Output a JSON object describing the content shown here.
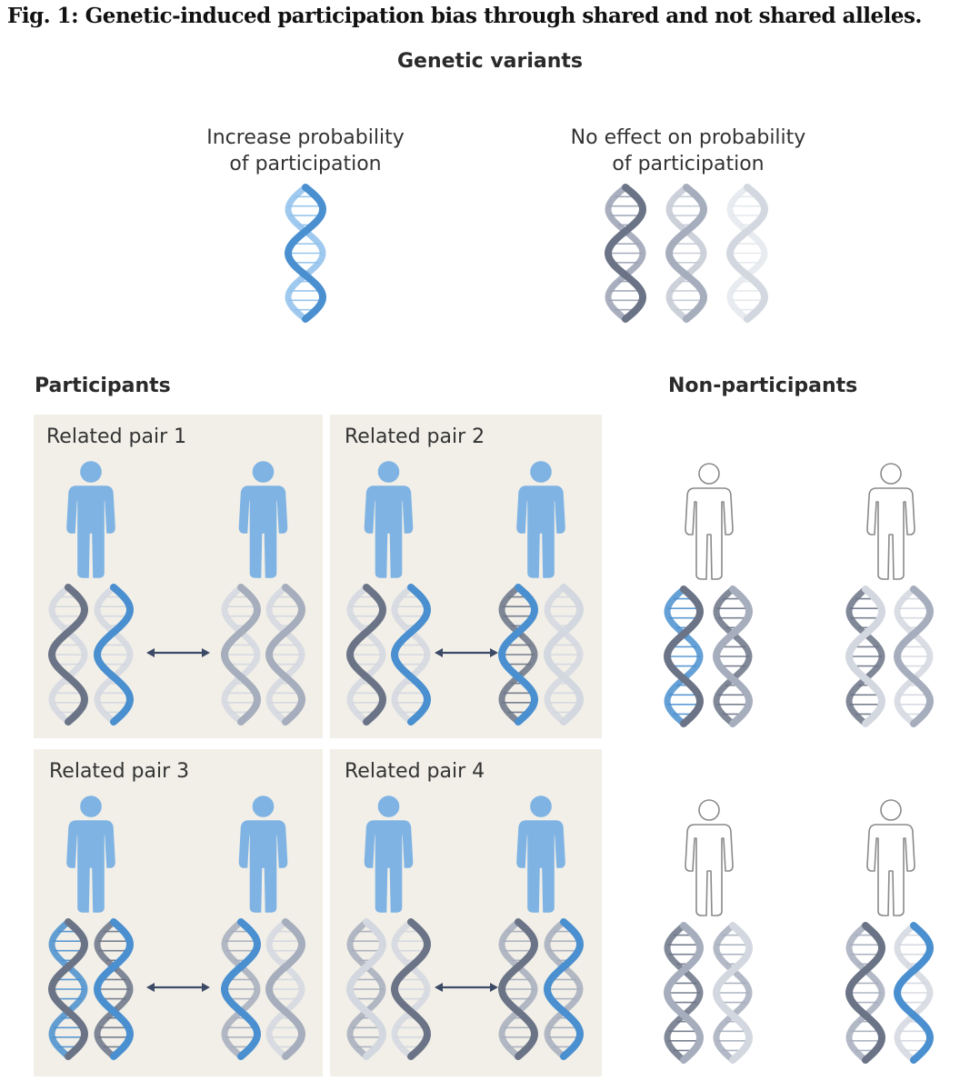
{
  "figure": {
    "title": "Fig. 1: Genetic-induced participation bias through shared and not shared alleles.",
    "heading": "Genetic variants"
  },
  "variants": {
    "increase_label": "Increase probability of participation",
    "increase_line1": "Increase probability",
    "increase_line2": "of participation",
    "noeffect_label": "No effect on probability of participation",
    "noeffect_line1": "No effect on probability",
    "noeffect_line2": "of participation",
    "noeffect_dna_count": 3
  },
  "participants": {
    "heading": "Participants",
    "pairs": [
      {
        "label": "Related pair 1"
      },
      {
        "label": "Related pair 2"
      },
      {
        "label": "Related pair 3"
      },
      {
        "label": "Related pair 4"
      }
    ]
  },
  "non_participants": {
    "heading": "Non-participants",
    "count": 4
  },
  "colors": {
    "participant_blue": "#7fb3e3",
    "participation_variant_blue": "#4a8fcf",
    "variant_dark": "#6b7386",
    "variant_mid": "#a6adbc",
    "variant_light": "#d3d7df",
    "panel_background": "#f1efe8",
    "non_participant_outline": "#8a8a8a"
  }
}
